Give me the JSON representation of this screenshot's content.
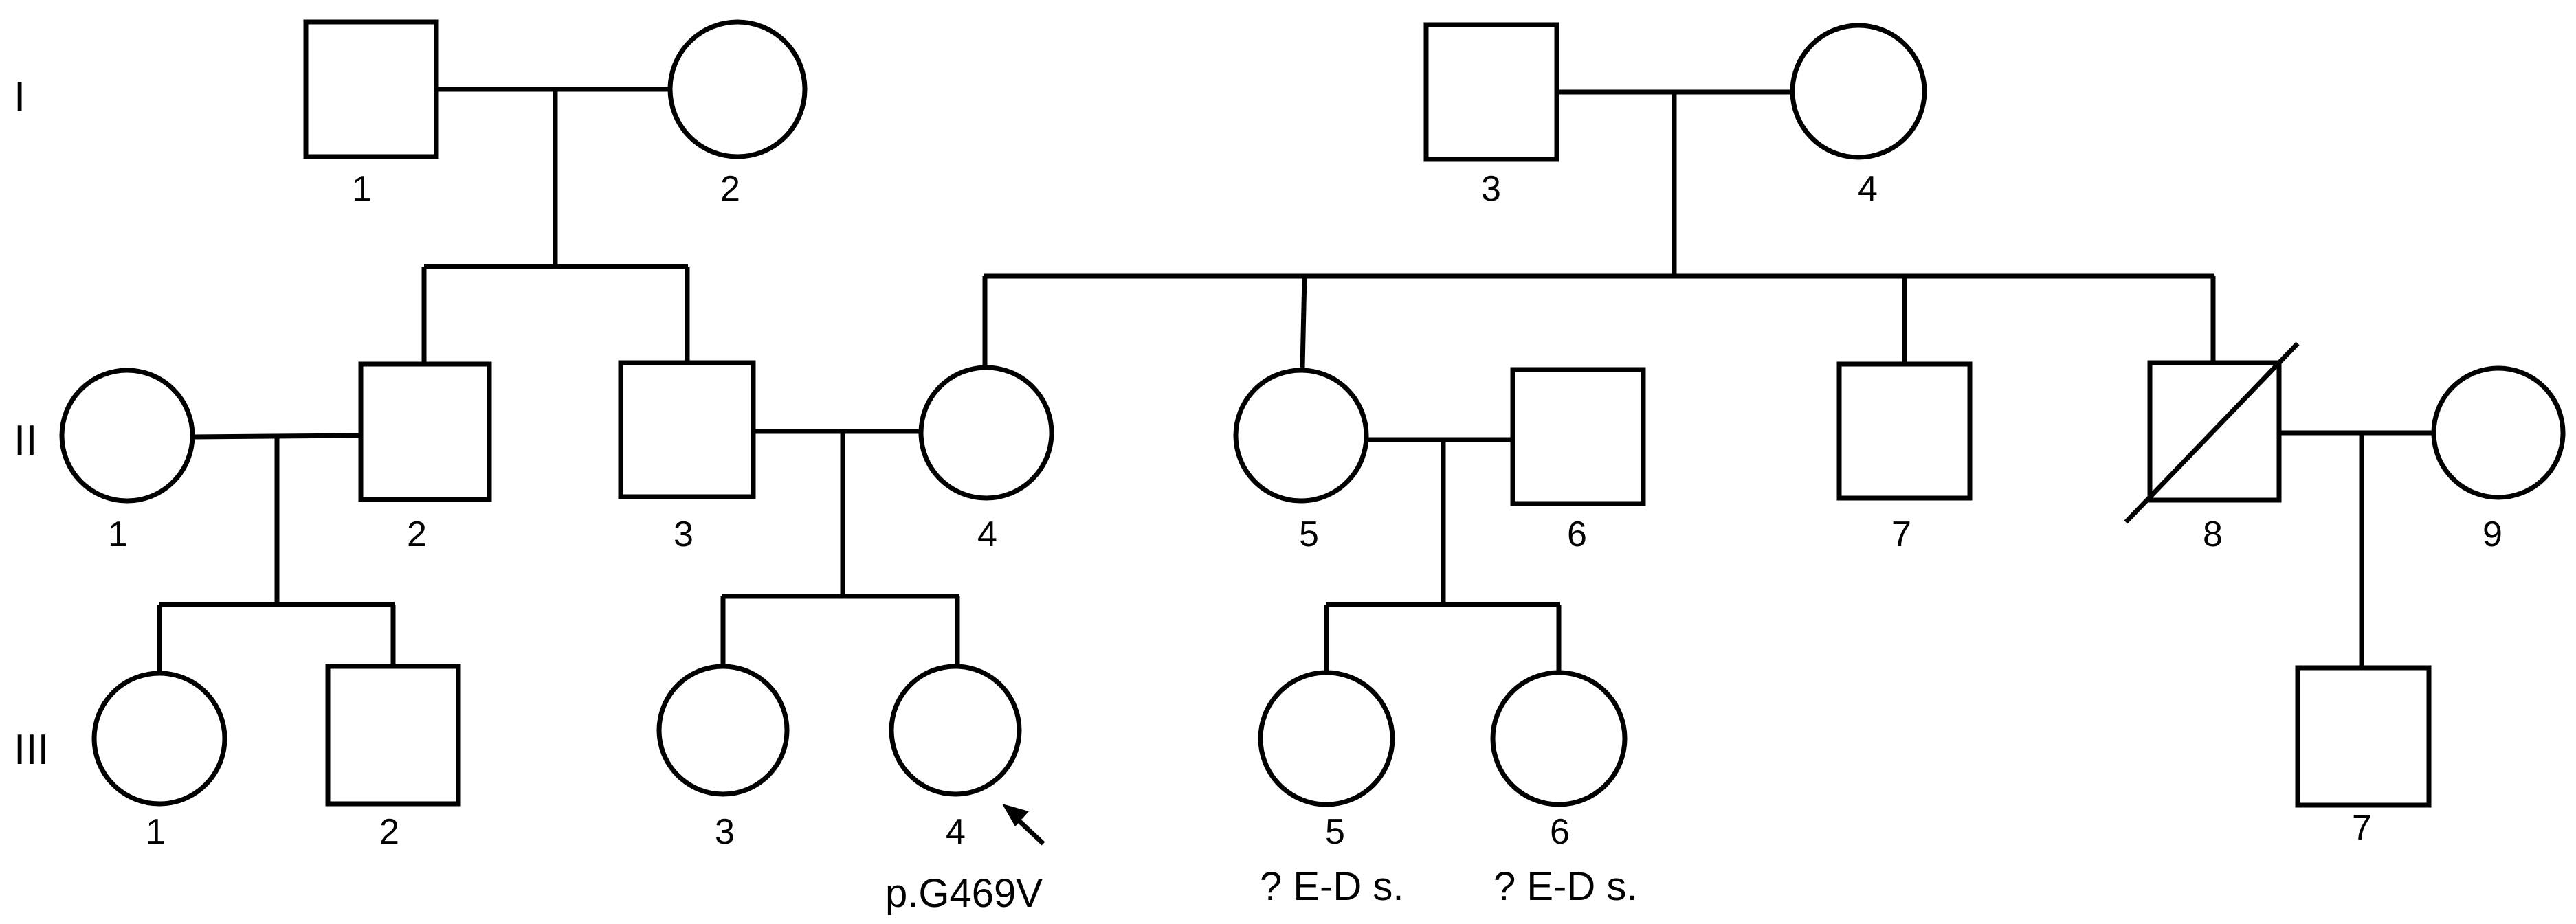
{
  "generations": [
    "I",
    "II",
    "III"
  ],
  "individuals": {
    "I-1": {
      "number": "1",
      "sex": "male"
    },
    "I-2": {
      "number": "2",
      "sex": "female"
    },
    "I-3": {
      "number": "3",
      "sex": "male"
    },
    "I-4": {
      "number": "4",
      "sex": "female"
    },
    "II-1": {
      "number": "1",
      "sex": "female"
    },
    "II-2": {
      "number": "2",
      "sex": "male"
    },
    "II-3": {
      "number": "3",
      "sex": "male"
    },
    "II-4": {
      "number": "4",
      "sex": "female"
    },
    "II-5": {
      "number": "5",
      "sex": "female"
    },
    "II-6": {
      "number": "6",
      "sex": "male"
    },
    "II-7": {
      "number": "7",
      "sex": "male"
    },
    "II-8": {
      "number": "8",
      "sex": "male",
      "deceased": true
    },
    "II-9": {
      "number": "9",
      "sex": "female"
    },
    "III-1": {
      "number": "1",
      "sex": "female"
    },
    "III-2": {
      "number": "2",
      "sex": "male"
    },
    "III-3": {
      "number": "3",
      "sex": "female"
    },
    "III-4": {
      "number": "4",
      "sex": "female",
      "proband": true,
      "note": "p.G469V"
    },
    "III-5": {
      "number": "5",
      "sex": "female",
      "note": "? E-D s."
    },
    "III-6": {
      "number": "6",
      "sex": "female",
      "note": "? E-D s."
    },
    "III-7": {
      "number": "7",
      "sex": "male"
    }
  }
}
